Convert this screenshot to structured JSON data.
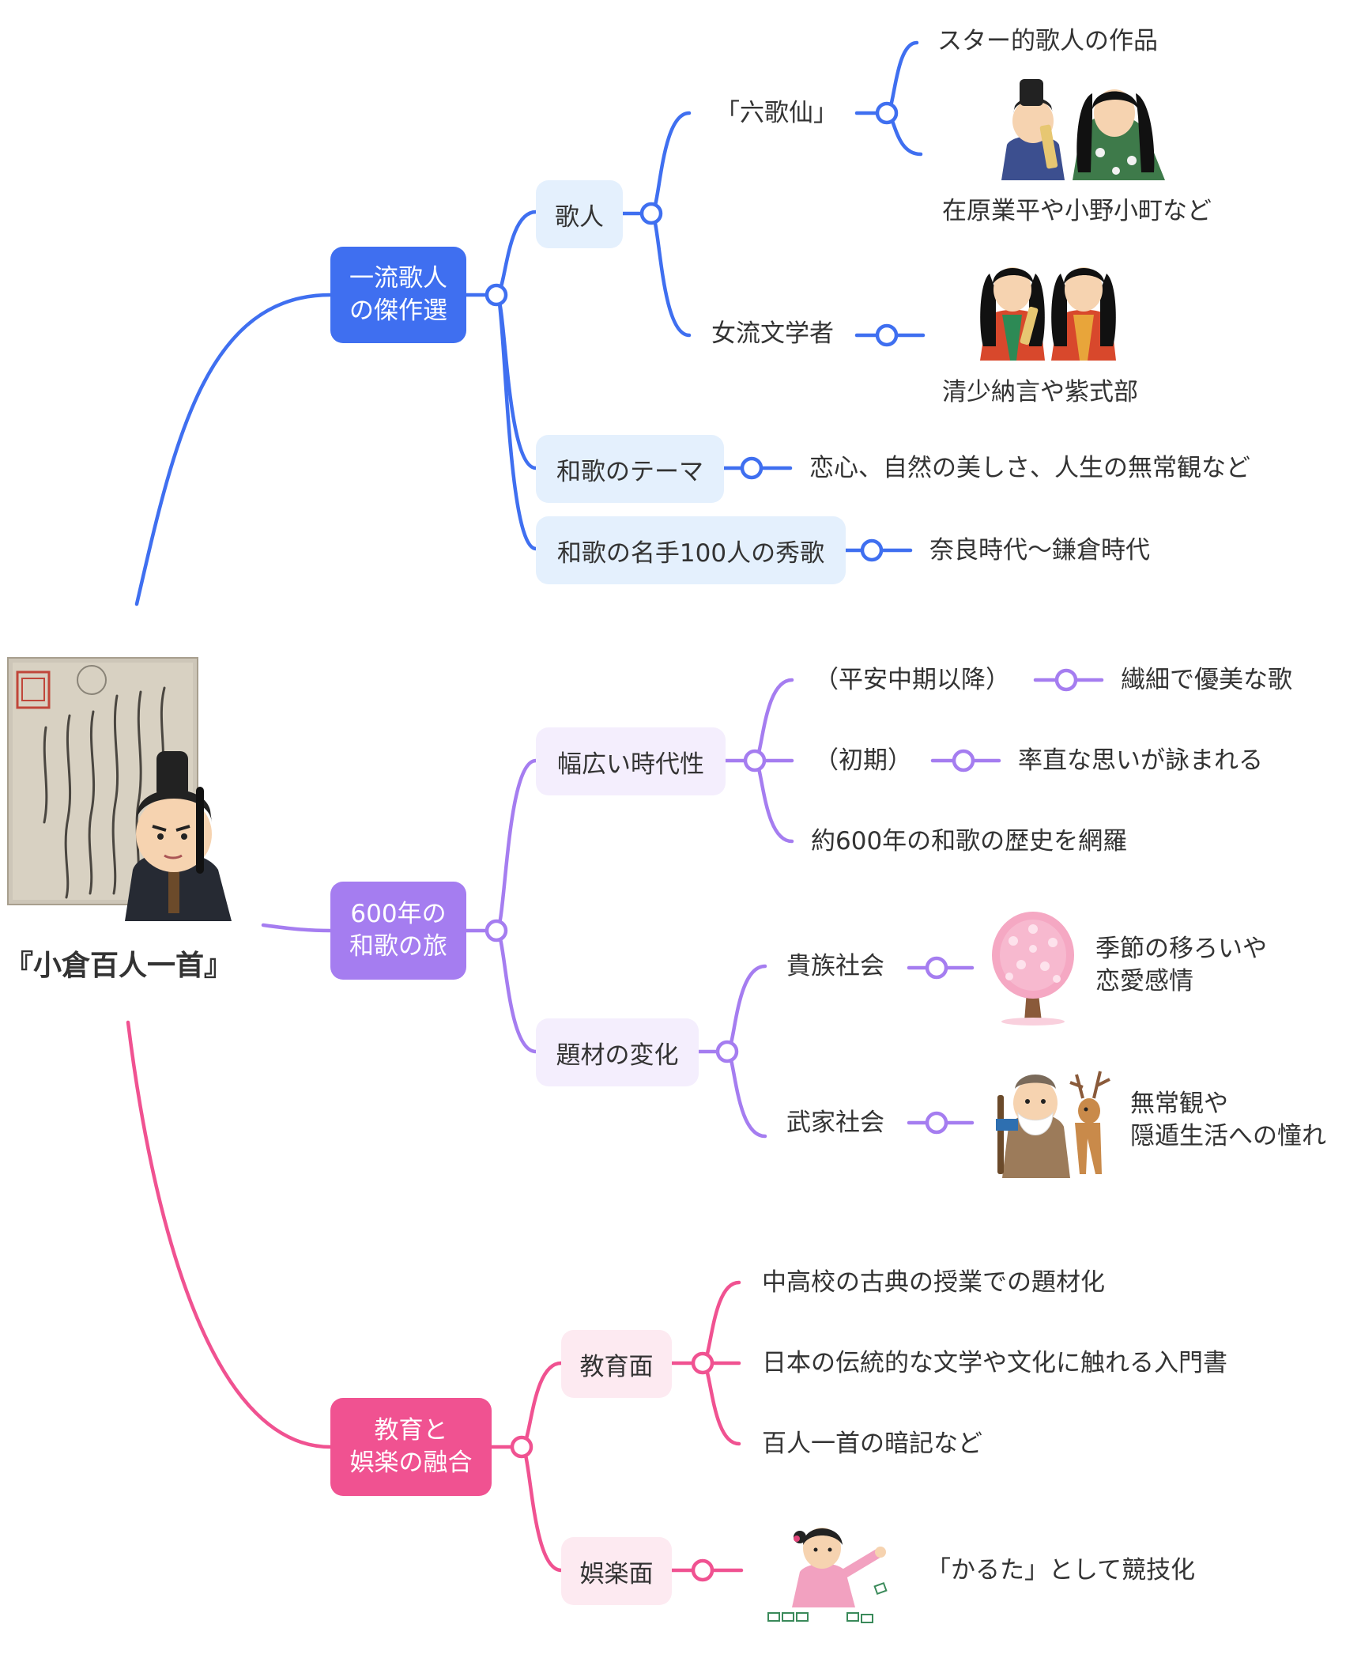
{
  "root": {
    "title": "『小倉百人一首』"
  },
  "colors": {
    "blue": "#3f6ff0",
    "purple": "#a57df0",
    "pink": "#f05291",
    "blue_light": "#e4f0fd",
    "purple_light": "#f4eefd",
    "pink_light": "#fdeaf1"
  },
  "branches": {
    "kajin": {
      "label": "一流歌人\nの傑作選",
      "poet": "歌人",
      "rokkasen": "「六歌仙」",
      "star_works": "スター的歌人の作品",
      "narihira": "在原業平や小野小町など",
      "joryu": "女流文学者",
      "seishonagon": "清少納言や紫式部",
      "theme": "和歌のテーマ",
      "theme_desc": "恋心、自然の美しさ、人生の無常観など",
      "meishu": "和歌の名手100人の秀歌",
      "meishu_desc": "奈良時代〜鎌倉時代"
    },
    "tabi": {
      "label": "600年の\n和歌の旅",
      "jidai": "幅広い時代性",
      "heian": "（平安中期以降）",
      "heian_desc": "繊細で優美な歌",
      "shoki": "（初期）",
      "shoki_desc": "率直な思いが詠まれる",
      "yaku600": "約600年の和歌の歴史を網羅",
      "daizai": "題材の変化",
      "kizoku": "貴族社会",
      "kizoku_desc": "季節の移ろいや\n恋愛感情",
      "buke": "武家社会",
      "buke_desc": "無常観や\n隠遁生活への憧れ"
    },
    "kyoiku": {
      "label": "教育と\n娯楽の融合",
      "kyoikumen": "教育面",
      "jugyo": "中高校の古典の授業での題材化",
      "nyumon": "日本の伝統的な文学や文化に触れる入門書",
      "anki": "百人一首の暗記など",
      "gorakumen": "娯楽面",
      "karuta": "「かるた」として競技化"
    }
  }
}
